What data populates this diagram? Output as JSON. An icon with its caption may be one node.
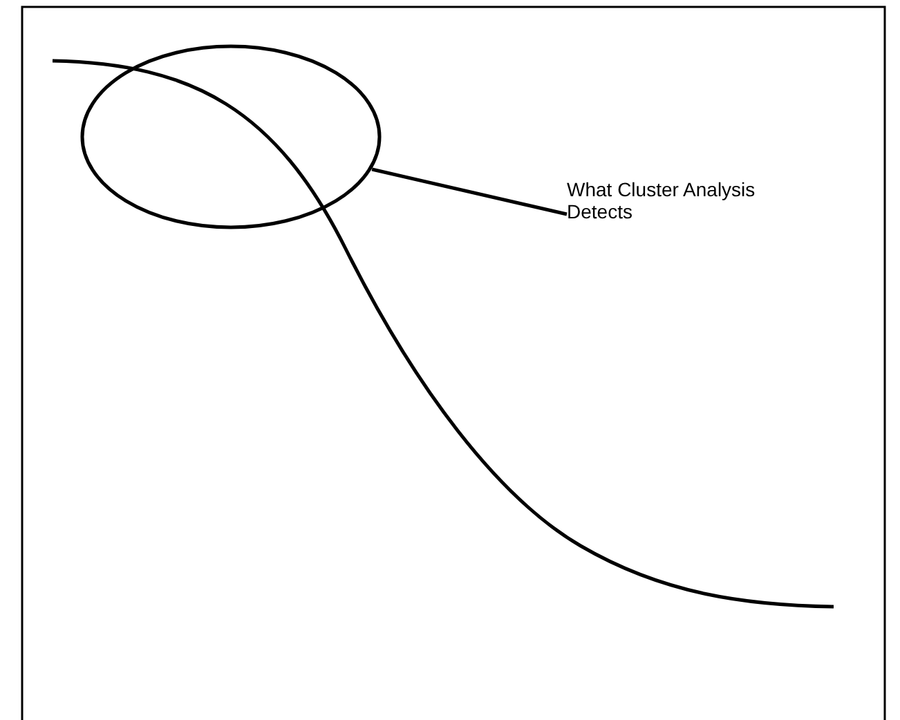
{
  "diagram": {
    "nodes": [
      {
        "text": [],
        "shape": "ellipse"
      },
      {
        "text": [
          "What Cluster Analysis Detects"
        ]
      }
    ],
    "edges": [
      {
        "from": 1,
        "to": 0,
        "arrow": "none"
      }
    ]
  }
}
